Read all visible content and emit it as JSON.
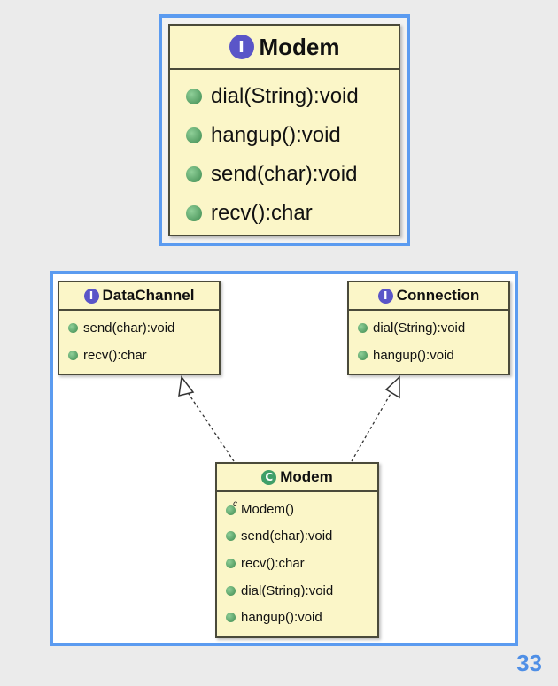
{
  "top_interface": {
    "badge": "I",
    "name": "Modem",
    "methods": [
      "dial(String):void",
      "hangup():void",
      "send(char):void",
      "recv():char"
    ]
  },
  "data_channel": {
    "badge": "I",
    "name": "DataChannel",
    "methods": [
      "send(char):void",
      "recv():char"
    ]
  },
  "connection": {
    "badge": "I",
    "name": "Connection",
    "methods": [
      "dial(String):void",
      "hangup():void"
    ]
  },
  "modem_class": {
    "badge": "C",
    "name": "Modem",
    "constructor": "Modem()",
    "constructor_marker": "c",
    "methods": [
      "send(char):void",
      "recv():char",
      "dial(String):void",
      "hangup():void"
    ]
  },
  "relations": [
    {
      "from": "Modem",
      "to": "DataChannel",
      "kind": "realization"
    },
    {
      "from": "Modem",
      "to": "Connection",
      "kind": "realization"
    }
  ],
  "page_number": "33",
  "colors": {
    "frame": "#5b9bf0",
    "class_fill": "#fbf6c8",
    "interface_badge": "#5a55c8",
    "class_badge": "#3f9f68",
    "method_dot": "#4e9a5c",
    "page_number": "#4f8fe6"
  }
}
